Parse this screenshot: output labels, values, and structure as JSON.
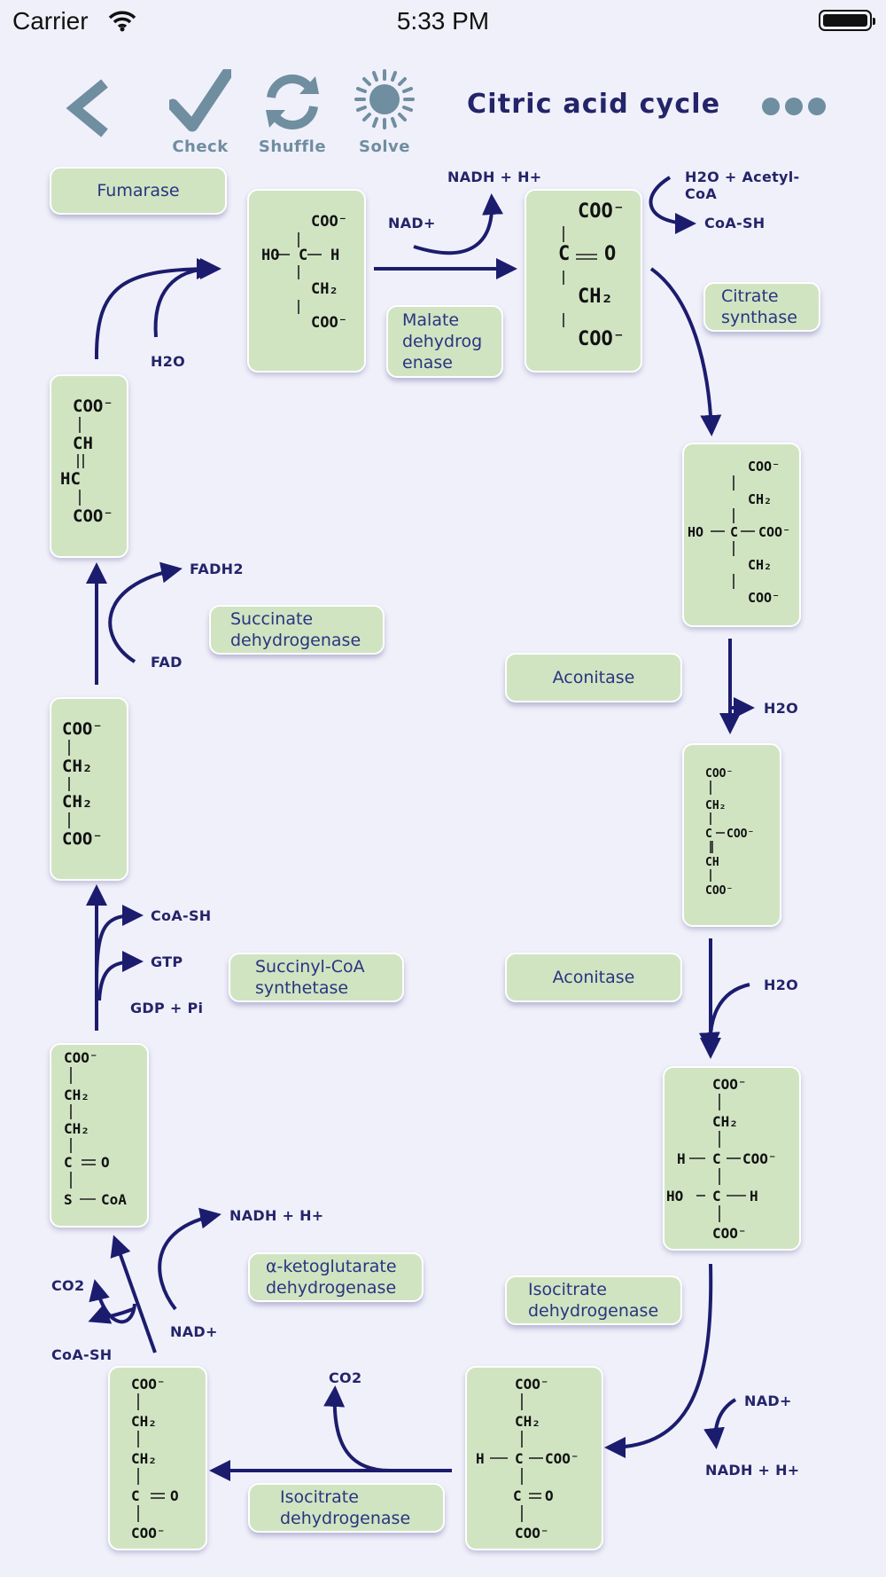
{
  "status_bar": {
    "carrier": "Carrier",
    "time": "5:33 PM"
  },
  "toolbar": {
    "back_icon": "chevron-left-icon",
    "check_label": "Check",
    "shuffle_label": "Shuffle",
    "solve_label": "Solve",
    "title": "Citric acid cycle",
    "more_icon": "ellipsis-icon",
    "accent_color": "#6f8ea0",
    "title_color": "#24246a"
  },
  "enzymes": {
    "fumarase": "Fumarase",
    "malate_dehydrogenase": "Malate dehydrog enase",
    "citrate_synthase": "Citrate synthase",
    "succinate_dehydrogenase": "Succinate dehydrogenase",
    "aconitase_1": "Aconitase",
    "aconitase_2": "Aconitase",
    "succinyl_coa_synthetase": "Succinyl-CoA synthetase",
    "alpha_kg_dehydrogenase": "α-ketoglutarate dehydrogenase",
    "isocitrate_dehydrogenase_1": "Isocitrate dehydrogenase",
    "isocitrate_dehydrogenase_2": "Isocitrate dehydrogenase"
  },
  "cofactors": {
    "nadh_1": "NADH + H+",
    "nad_1": "NAD+",
    "h2o_acetyl": "H2O + Acetyl-CoA",
    "coash_1": "CoA-SH",
    "h2o_1": "H2O",
    "fadh2": "FADH2",
    "fad": "FAD",
    "h2o_2": "H2O",
    "h2o_3": "H2O",
    "coash_2": "CoA-SH",
    "gtp": "GTP",
    "gdp": "GDP + Pi",
    "nadh_2": "NADH + H+",
    "co2_1": "CO2",
    "nad_2": "NAD+",
    "coash_3": "CoA-SH",
    "co2_2": "CO2",
    "nad_3": "NAD+",
    "nadh_3": "NADH + H+"
  },
  "molecules": {
    "malate": [
      "COO-",
      "HO",
      "C",
      "H",
      "CH2",
      "COO-"
    ],
    "oxaloacetate": [
      "COO-",
      "C",
      "O",
      "CH2",
      "COO-"
    ],
    "citrate": [
      "COO-",
      "CH2",
      "HO",
      "C",
      "COO-",
      "CH2",
      "COO-"
    ],
    "cis_aconitate": [
      "COO-",
      "CH2",
      "C",
      "COO-",
      "CH",
      "COO-"
    ],
    "isocitrate": [
      "COO-",
      "CH2",
      "H",
      "C",
      "COO-",
      "HO",
      "C",
      "H",
      "COO-"
    ],
    "oxalosuccinate": [
      "COO-",
      "CH2",
      "H",
      "C",
      "COO-",
      "C",
      "O",
      "COO-"
    ],
    "alpha_ketoglutarate": [
      "COO-",
      "CH2",
      "CH2",
      "C",
      "O",
      "COO-"
    ],
    "succinyl_coa": [
      "COO-",
      "CH2",
      "CH2",
      "C",
      "O",
      "S",
      "CoA"
    ],
    "succinate": [
      "COO-",
      "CH2",
      "CH2",
      "COO-"
    ],
    "fumarate": [
      "COO-",
      "CH",
      "HC",
      "COO-"
    ]
  },
  "colors": {
    "panel": "#d0e4c2",
    "arrow": "#1c1c6e",
    "background": "#f0f0fa"
  }
}
